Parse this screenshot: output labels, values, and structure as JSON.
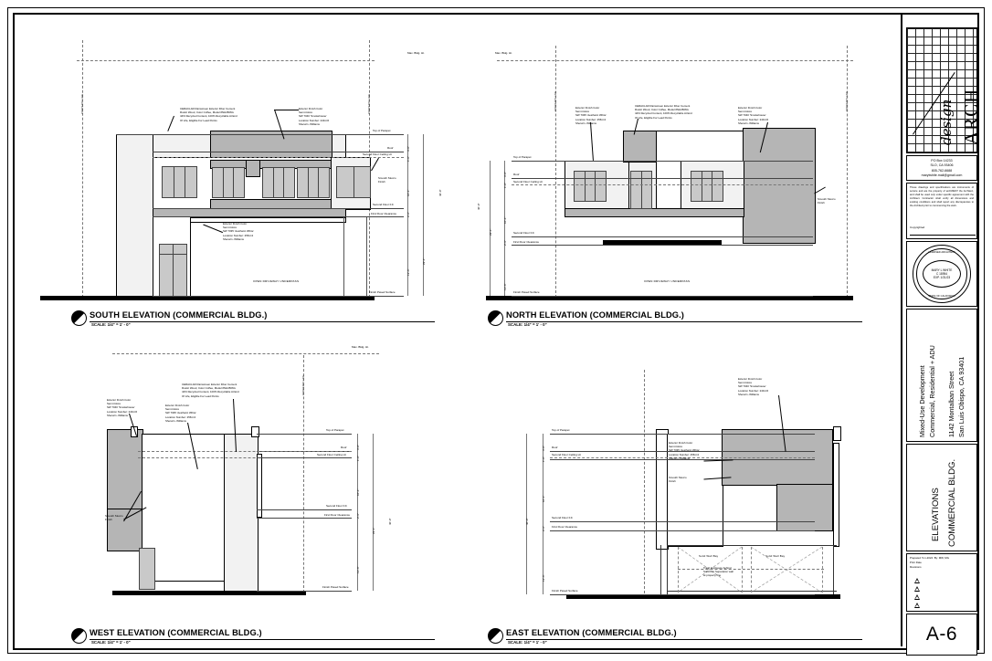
{
  "sheet": {
    "number": "A-6",
    "title_line1": "ELEVATIONS",
    "title_line2": "COMMERCIAL BLDG."
  },
  "titleblock": {
    "logo_word": "ARCH",
    "logo_script": "design",
    "address": {
      "po_box": "PO Box 14233",
      "city_state_zip": "SLO, CA 93406",
      "phone": "805-762-6688",
      "email": "marylwhite.mail@gmail.com"
    },
    "legal_note": "These drawings and specifications are instruments of service and  are the property of archWEST the Architect, and shall be used only under specific agreement with the Architect. Contractor shall verify all dimensions and existing conditions and shall report any discrepancies to the Architect prior to commencing the work.",
    "copyright_label": "Copyrighted",
    "stamp": {
      "name": "MARY L WHITE",
      "license": "C 18954",
      "expires": "EXP. 1/31/23",
      "arc_top": "LICENSED ARCHITECT",
      "arc_bottom": "STATE OF CALIFORNIA"
    },
    "project": {
      "line1": "Mixed-Use Development",
      "line2": "Commercial, Residential + ADU",
      "line3": "1142 Montalban Street",
      "line4": "San Luis Obispo, CA 93401"
    },
    "prepared": {
      "prepared_label": "Prepared:",
      "prepared_date": "5-1-2024",
      "by_label": "By:",
      "by_value": "MW, MG",
      "print_date_label": "Print Date",
      "revisions_label": "Revisions",
      "revision_marks": [
        "1",
        "2",
        "3",
        "4"
      ]
    }
  },
  "finishes": {
    "ceraclad": "CERACLAD Rainscreen Exterior Fiber Cement\nRustic Wood, Color Coffee, Model #NH4506G\n44% Recycled Content, 100% Recyclable At End\nOf Life, Eligible For Lead Points",
    "smokehouse": "Exterior Finish Color\nSemi-Gloss\nSW 7040 'Smokehouse'\nLocation Number: 249-C6\nSherwin -Williams",
    "aesthetic_white": "Exterior Finish Color\nSemi-Gloss\nSW 7035 'Aesthetic White'\nLocation Number: 258-C4\nSherwin -Williams",
    "stucco": "Smooth Stucco\nFinish"
  },
  "levels": {
    "top_of_parapet": "Top of Parapet",
    "roof": "Roof",
    "second_floor_ceiling": "Second Floor Ceiling Ht",
    "second_floor_ff": "Second Floor F.F.",
    "first_floor_clearance": "First Floor Clearance",
    "finish_paved_surface": "Finish Paved Surface",
    "max_bldg_ht": "Max. Bldg. Ht.",
    "property_line": "PROPERTY LINE"
  },
  "dimensions": {
    "parapet_to_roof": "3'-0\"",
    "roof_to_ceiling": "1'-0\"",
    "ceiling_to_ff": "10'-1\"",
    "ff_to_clearance": "2'-6\"",
    "clearance_to_grade": "13'-6\"",
    "second_floor_total": "29'-1\"",
    "overall_height": "40'-0\""
  },
  "callouts": {
    "open_driveway": "OPEN DRIVEWAY UNDERPASS",
    "solid_wall_bay": "Solid Wall Bay",
    "trash_enclosure": "Trash Enclosure behind\nSolid Fire Separation wall\nat property line"
  },
  "views": [
    {
      "id": "south",
      "name": "SOUTH ELEVATION (COMMERCIAL BLDG.)",
      "scale": "SCALE: 1/4\" = 1' - 0\""
    },
    {
      "id": "north",
      "name": "NORTH ELEVATION (COMMERCIAL BLDG.)",
      "scale": "SCALE: 1/4\" = 1' - 0\""
    },
    {
      "id": "west",
      "name": "WEST ELEVATION (COMMERCIAL BLDG.)",
      "scale": "SCALE: 1/4\" = 1' - 0\""
    },
    {
      "id": "east",
      "name": "EAST ELEVATION (COMMERCIAL BLDG.)",
      "scale": "SCALE: 1/4\" = 1' - 0\""
    }
  ]
}
